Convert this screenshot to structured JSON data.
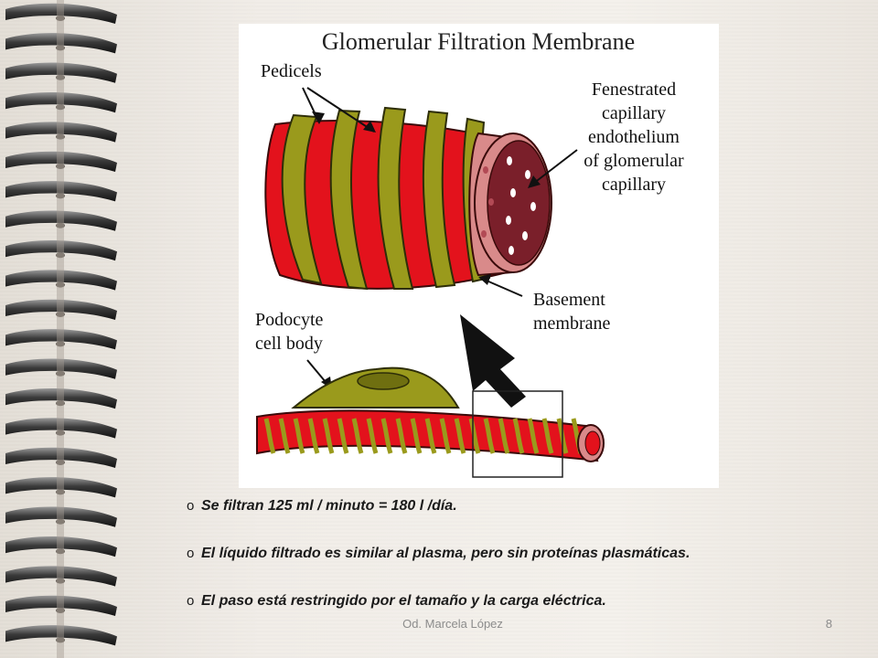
{
  "slide": {
    "diagram": {
      "title": "Glomerular Filtration Membrane",
      "labels": {
        "pedicels": "Pedicels",
        "fenestrated": [
          "Fenestrated",
          "capillary",
          "endothelium",
          "of glomerular",
          "capillary"
        ],
        "basement": [
          "Basement",
          "membrane"
        ],
        "podocyte": [
          "Podocyte",
          "cell body"
        ]
      },
      "colors": {
        "vessel_red": "#e3121c",
        "podocyte_olive": "#9a9a1c",
        "endothelium_pink": "#d98a8a",
        "lumen_dark": "#7a1f2a"
      }
    },
    "bullets": [
      {
        "marker": "o",
        "text": "Se filtran 125 ml / minuto  = 180 l /día."
      },
      {
        "marker": "o",
        "text": "El líquido filtrado es similar al plasma, pero sin proteínas plasmáticas."
      },
      {
        "marker": "o",
        "text": "El paso está restringido por el tamaño y la carga eléctrica."
      }
    ],
    "footer": {
      "author": "Od. Marcela López",
      "page_number": "8"
    }
  }
}
